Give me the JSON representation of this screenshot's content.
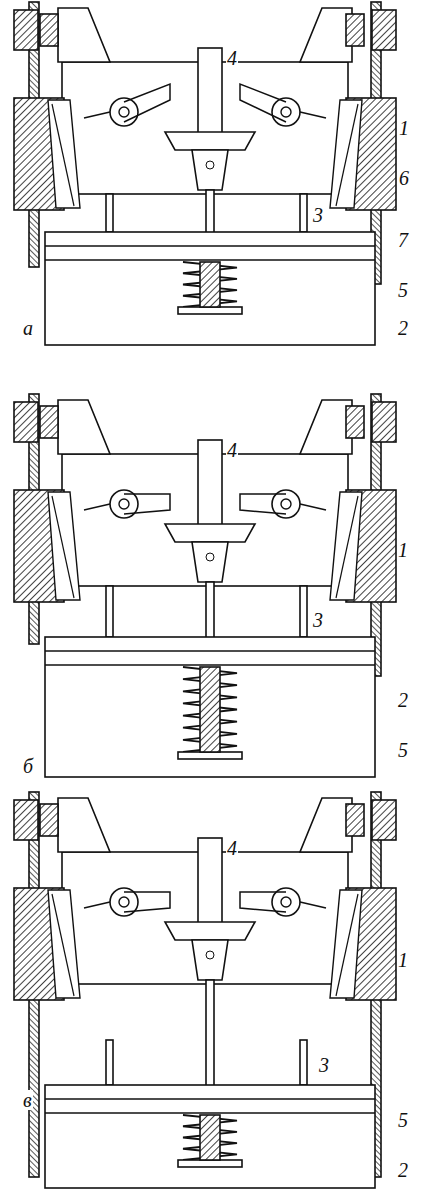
{
  "diagram": {
    "labels": [
      "4",
      "1",
      "6",
      "3",
      "7",
      "5",
      "2",
      "а",
      "4",
      "1",
      "3",
      "2",
      "5",
      "б",
      "4",
      "1",
      "3",
      "5",
      "2",
      "в"
    ]
  }
}
